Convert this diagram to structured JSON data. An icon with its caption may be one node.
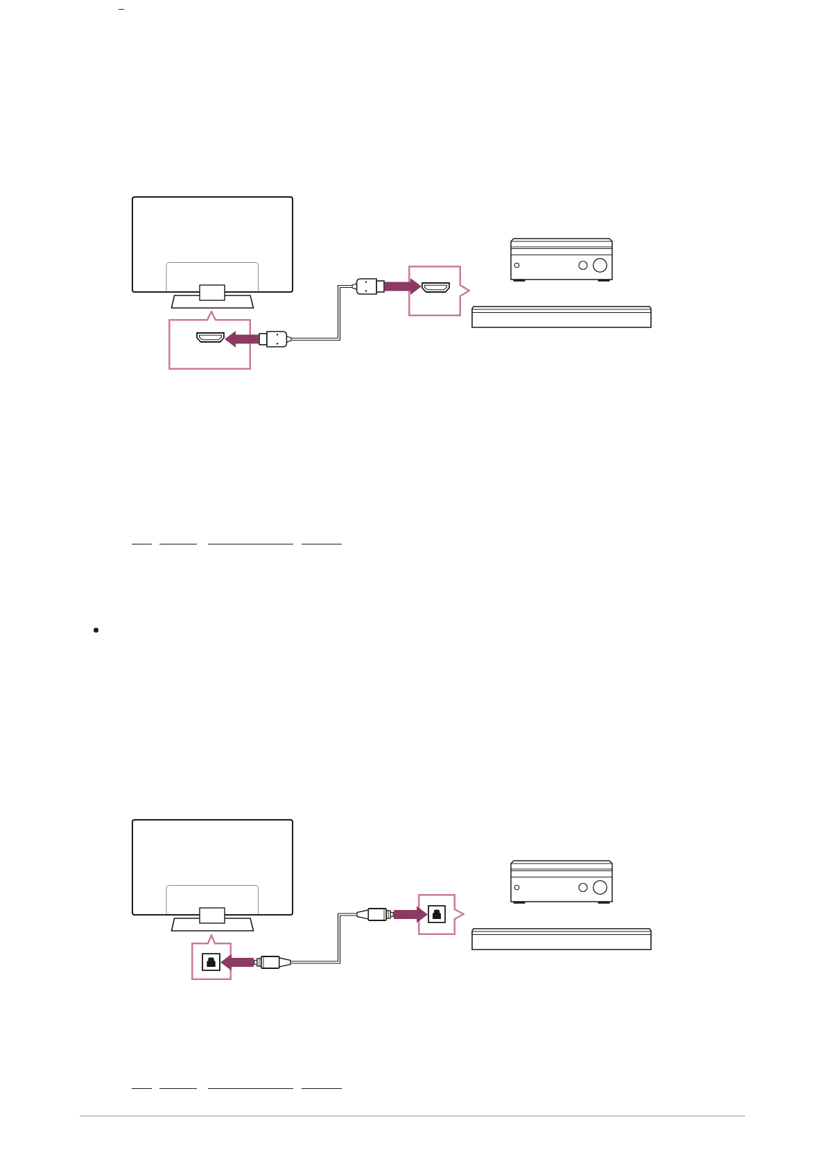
{
  "diagram": {
    "nodes": [
      {
        "text": [],
        "shape": "picture"
      },
      {
        "text": [],
        "shape": "box"
      },
      {
        "text": [],
        "shape": "picture",
        "in": 1
      },
      {
        "text": [],
        "shape": "picture"
      },
      {
        "text": [],
        "shape": "picture"
      },
      {
        "text": [],
        "shape": "box"
      },
      {
        "text": [],
        "shape": "picture",
        "in": 5
      },
      {
        "text": [],
        "shape": "picture"
      },
      {
        "text": [],
        "shape": "picture"
      },
      {
        "text": [],
        "shape": "picture"
      },
      {
        "text": [],
        "shape": "box"
      },
      {
        "text": [],
        "shape": "picture",
        "in": 10
      },
      {
        "text": [],
        "shape": "picture"
      },
      {
        "text": [],
        "shape": "picture"
      },
      {
        "text": [],
        "shape": "box"
      },
      {
        "text": [],
        "shape": "picture",
        "in": 14
      },
      {
        "text": [],
        "shape": "picture"
      },
      {
        "text": [],
        "shape": "picture"
      }
    ],
    "edges": [
      {
        "from": 3,
        "to": 2,
        "arrow": "to",
        "color": "#8c3a63"
      },
      {
        "from": 3,
        "to": 4,
        "arrow": "none",
        "color": "#1a1a1a"
      },
      {
        "from": 4,
        "to": 6,
        "arrow": "to",
        "color": "#8c3a63"
      },
      {
        "from": 12,
        "to": 11,
        "arrow": "to",
        "color": "#8c3a63"
      },
      {
        "from": 12,
        "to": 13,
        "arrow": "none",
        "color": "#1a1a1a"
      },
      {
        "from": 13,
        "to": 15,
        "arrow": "to",
        "color": "#8c3a63"
      }
    ],
    "labels": [
      "–"
    ]
  }
}
